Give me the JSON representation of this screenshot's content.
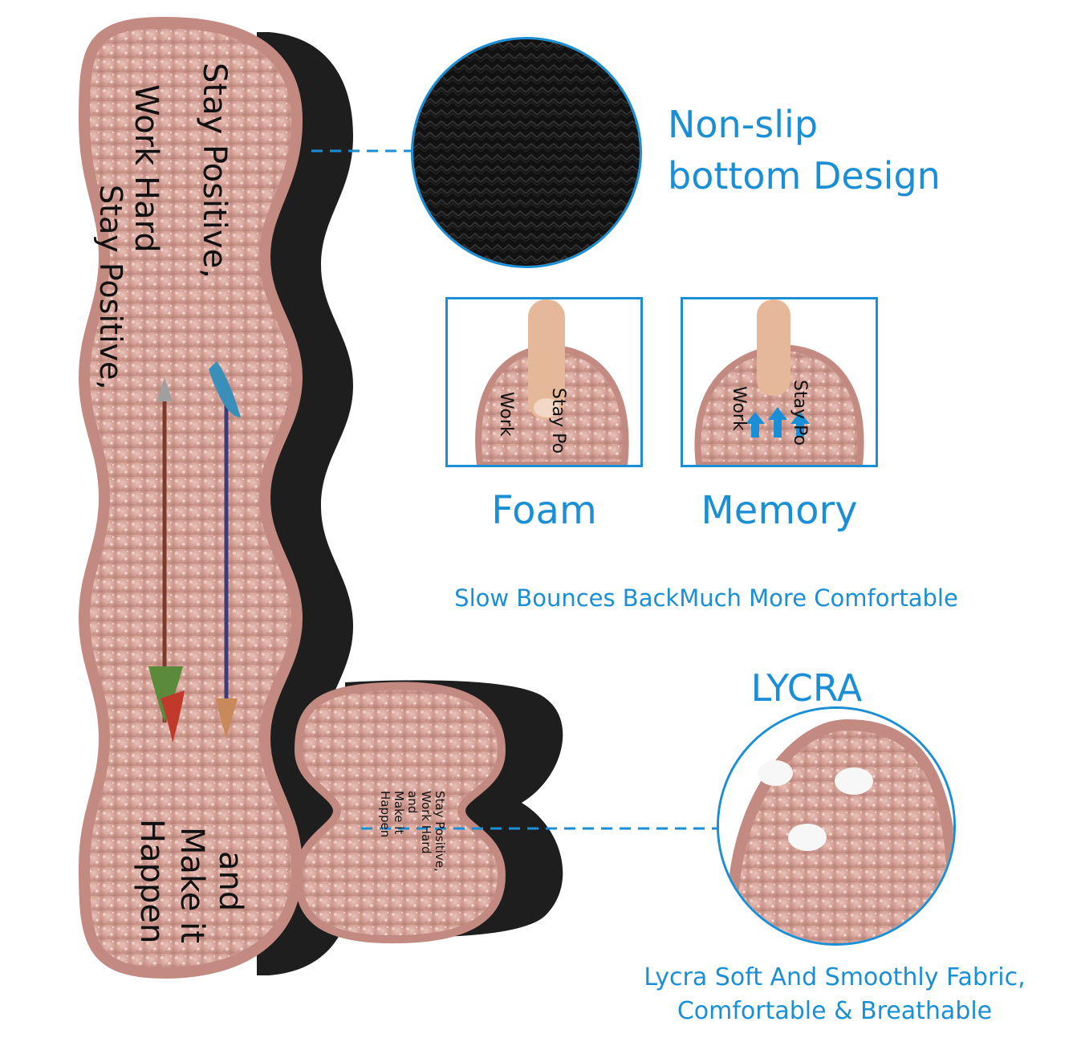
{
  "product": {
    "large_pad_text_top": "Stay Positive,",
    "large_pad_text_second": "Work Hard",
    "large_pad_text_third": "and",
    "large_pad_text_fourth": "Make it",
    "large_pad_text_fifth": "Happen",
    "small_pad_text": [
      "Stay Positive,",
      "Work Hard",
      "and",
      "Make it",
      "Happen"
    ],
    "colors": {
      "accent": "#1a8fd6",
      "glitter_base": "#d8a79e",
      "glitter_edge": "#c58f86",
      "mat_black": "#1e1e1e"
    }
  },
  "features": {
    "nonslip_line1": "Non-slip",
    "nonslip_line2": "bottom Design",
    "foam_label": "Foam",
    "memory_label": "Memory",
    "comfort_caption": "Slow Bounces BackMuch More Comfortable",
    "lycra_title": "LYCRA",
    "lycra_caption_line1": "Lycra Soft And Smoothly Fabric,",
    "lycra_caption_line2": "Comfortable & Breathable",
    "inset_foam_text_a": "Work",
    "inset_foam_text_b": "Stay Po",
    "inset_memory_text_a": "Work",
    "inset_memory_text_b": "Stay Po"
  }
}
